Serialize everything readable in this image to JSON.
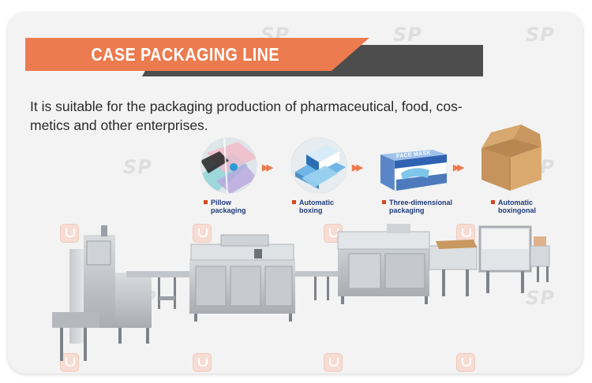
{
  "header": {
    "title": "CASE PACKAGING LINE"
  },
  "description": {
    "line1": "It is suitable for the packaging production of pharmaceutical, food, cos-",
    "line2": "metics and other enterprises."
  },
  "steps": [
    {
      "line1": "Pillow",
      "line2": "packaging"
    },
    {
      "line1": "Automatic",
      "line2": "boxing"
    },
    {
      "line1": "Three-dimensional",
      "line2": "packaging"
    },
    {
      "line1": "Automatic",
      "line2": "boxingonal"
    }
  ],
  "mask_box": {
    "label": "FACE MASK"
  },
  "watermark": {
    "text": "SP"
  },
  "colors": {
    "accent": "#ec7b4f",
    "title_dark": "#4d4d4d",
    "caption": "#1f3a7a",
    "bullet": "#d24a1e"
  },
  "icons": [
    "arrow-right-icon",
    "watermark-logo-icon",
    "bullet-icon"
  ]
}
